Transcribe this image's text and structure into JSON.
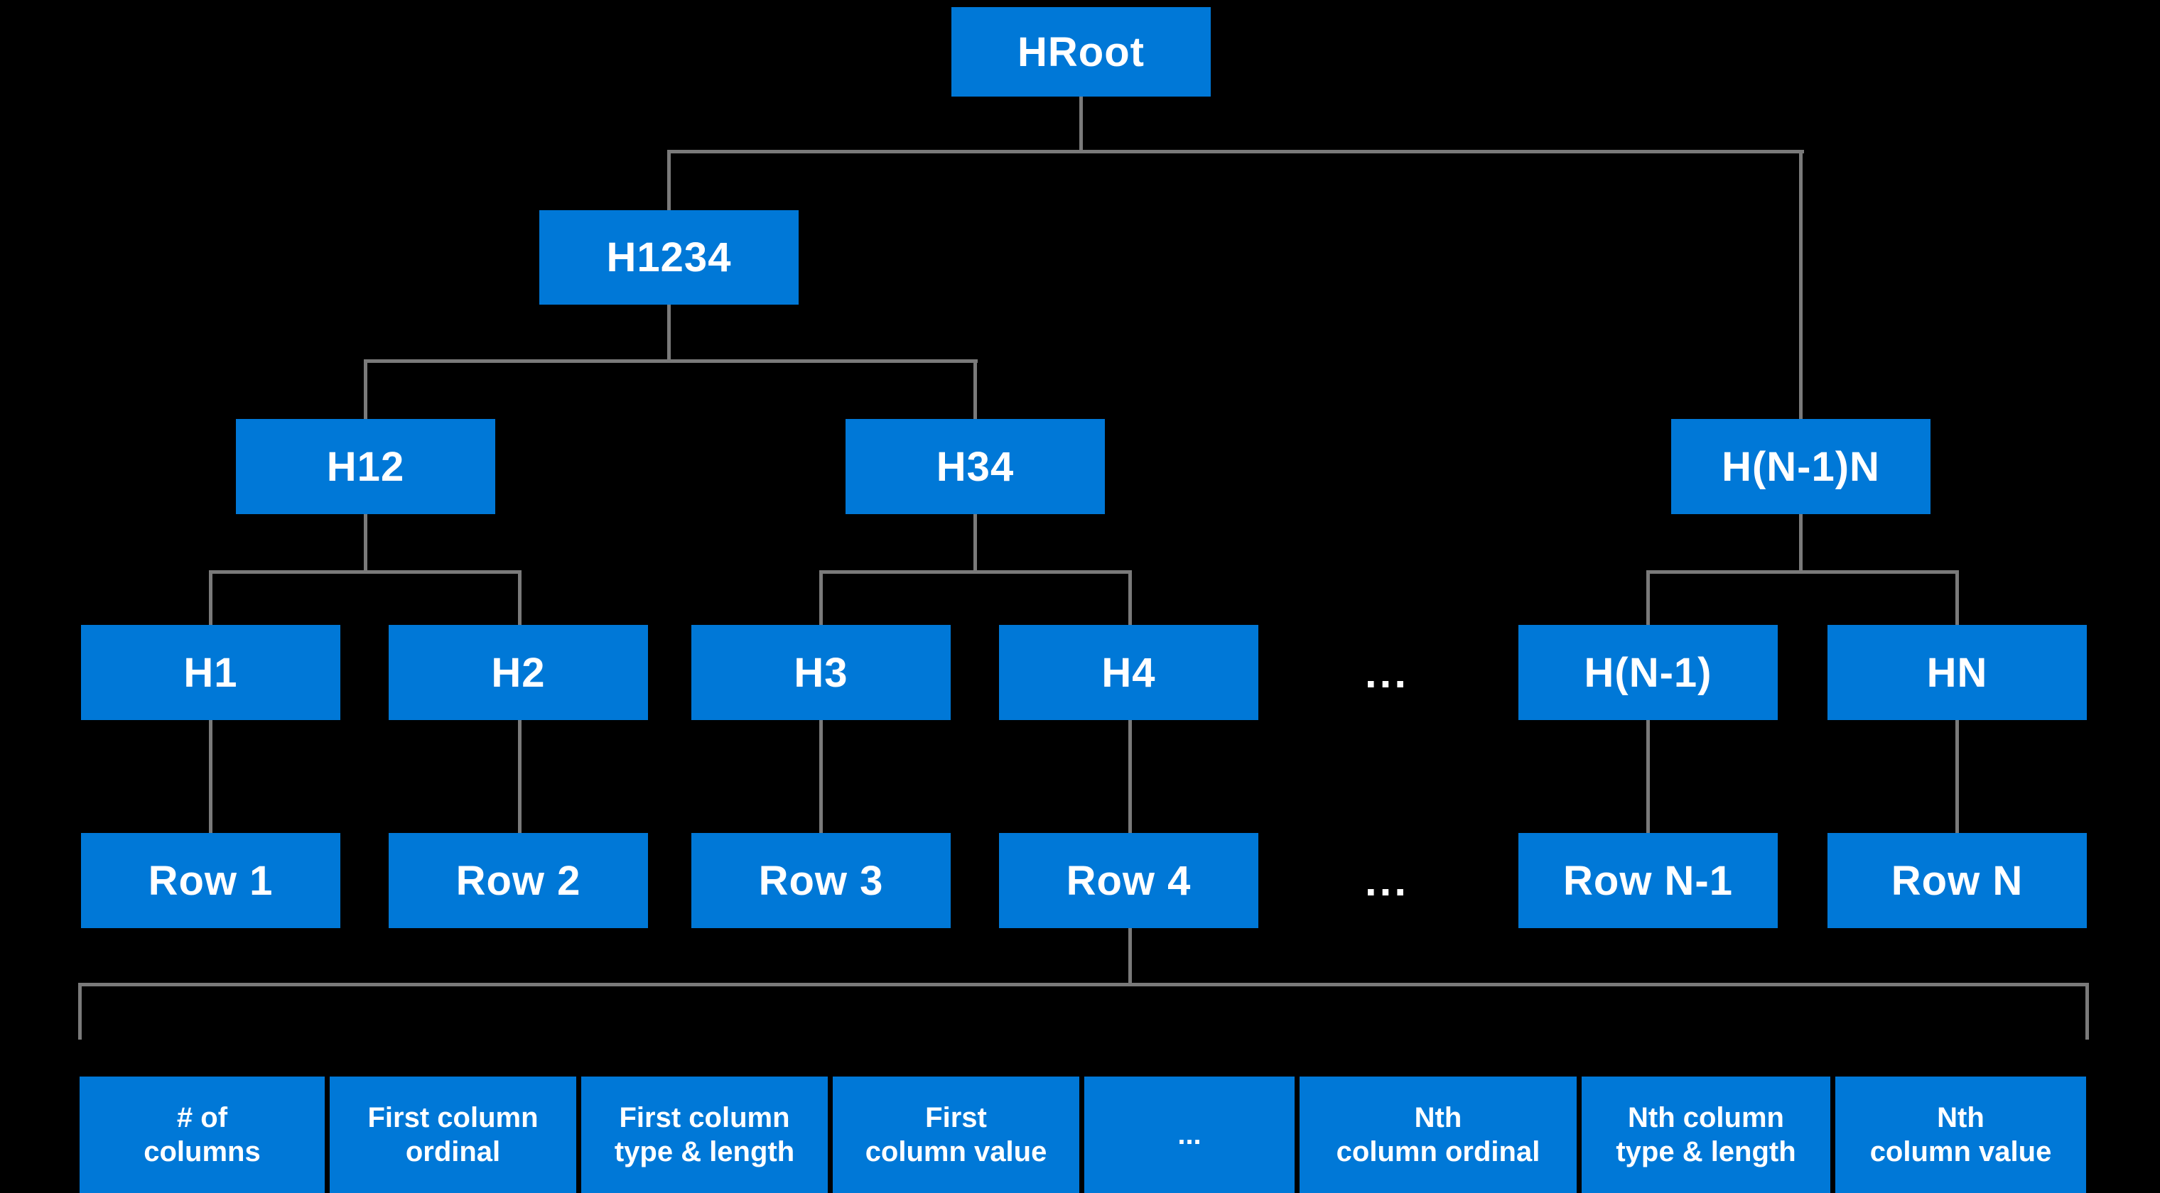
{
  "theme": {
    "node_fill": "#0078D7",
    "node_text": "#FFFFFF",
    "connector": "#7A7A7A",
    "background": "#000000"
  },
  "tree": {
    "root": "HRoot",
    "level1": "H1234",
    "level2": [
      "H12",
      "H34",
      "H(N-1)N"
    ],
    "leaves": [
      "H1",
      "H2",
      "H3",
      "H4",
      "H(N-1)",
      "HN"
    ],
    "rows": [
      "Row 1",
      "Row 2",
      "Row 3",
      "Row 4",
      "Row N-1",
      "Row N"
    ],
    "ellipsis": "..."
  },
  "row_fields": [
    {
      "label": "# of\ncolumns"
    },
    {
      "label": "First column\nordinal"
    },
    {
      "label": "First column\ntype & length"
    },
    {
      "label": "First\ncolumn value"
    },
    {
      "label": "..."
    },
    {
      "label": "Nth\ncolumn ordinal"
    },
    {
      "label": "Nth column\ntype & length"
    },
    {
      "label": "Nth\ncolumn value"
    }
  ]
}
